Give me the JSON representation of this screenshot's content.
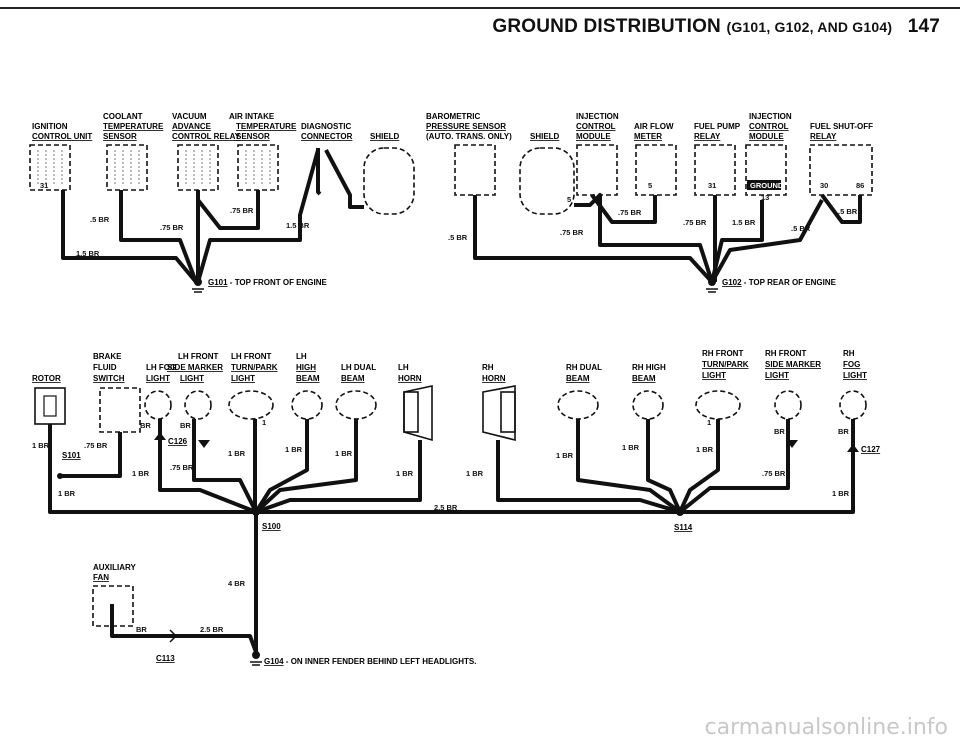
{
  "title": {
    "main": "GROUND DISTRIBUTION",
    "sub": "(G101, G102, AND G104)",
    "page": "147"
  },
  "components": {
    "ignition": [
      "IGNITION",
      "CONTROL UNIT"
    ],
    "coolant": [
      "COOLANT",
      "TEMPERATURE",
      "SENSOR"
    ],
    "vacuum": [
      "VACUUM",
      "ADVANCE",
      "CONTROL RELAY"
    ],
    "air_intake": [
      "AIR INTAKE",
      "TEMPERATURE",
      "SENSOR"
    ],
    "diagnostic": [
      "DIAGNOSTIC",
      "CONNECTOR"
    ],
    "shield1": "SHIELD",
    "barometric": [
      "BAROMETRIC",
      "PRESSURE SENSOR",
      "(AUTO. TRANS. ONLY)"
    ],
    "shield2": "SHIELD",
    "inj_control": [
      "INJECTION",
      "CONTROL",
      "MODULE"
    ],
    "air_flow": [
      "AIR FLOW",
      "METER"
    ],
    "fuel_pump": [
      "FUEL PUMP",
      "RELAY"
    ],
    "inj_control2": [
      "INJECTION",
      "CONTROL",
      "MODULE"
    ],
    "fuel_shutoff": [
      "FUEL SHUT-OFF",
      "RELAY"
    ],
    "rotor": "ROTOR",
    "brake": [
      "BRAKE",
      "FLUID",
      "SWITCH"
    ],
    "lh_fog": [
      "LH FOG",
      "LIGHT"
    ],
    "lh_front_side": [
      "LH FRONT",
      "SIDE MARKER",
      "LIGHT"
    ],
    "lh_front_turn": [
      "LH FRONT",
      "TURN/PARK",
      "LIGHT"
    ],
    "lh_high": [
      "LH",
      "HIGH",
      "BEAM"
    ],
    "lh_dual": [
      "LH DUAL",
      "BEAM"
    ],
    "lh_horn": [
      "LH",
      "HORN"
    ],
    "rh_horn": [
      "RH",
      "HORN"
    ],
    "rh_dual": [
      "RH DUAL",
      "BEAM"
    ],
    "rh_high": [
      "RH HIGH",
      "BEAM"
    ],
    "rh_front_turn": [
      "RH FRONT",
      "TURN/PARK",
      "LIGHT"
    ],
    "rh_front_side": [
      "RH FRONT",
      "SIDE MARKER",
      "LIGHT"
    ],
    "rh_fog": [
      "RH",
      "FOG",
      "LIGHT"
    ],
    "aux_fan": [
      "AUXILIARY",
      "FAN"
    ]
  },
  "pins": {
    "p31a": "31",
    "p5a": "5",
    "p5b": "5",
    "p31b": "31",
    "ground": "GROUND",
    "p13": "13",
    "p30": "30",
    "p86": "86",
    "p1a": "1",
    "p1b": "1"
  },
  "wires": {
    "w1": ".5 BR",
    "w2": ".75 BR",
    "w3": ".75 BR",
    "w4": "1.5 BR",
    "w5": "1.5 BR",
    "w6": ".5 BR",
    "w7": ".75 BR",
    "w8": ".75 BR",
    "w9": ".75 BR",
    "w10": "1.5 BR",
    "w11": ".5 BR",
    "w12": ".5 BR",
    "w13": "1 BR",
    "w14": ".75 BR",
    "w15": "1 BR",
    "w16": ".75 BR",
    "w17": "BR",
    "w18": "BR",
    "w19": "1 BR",
    "w20": "1 BR",
    "w21": "1 BR",
    "w22": "1 BR",
    "w23": "1 BR",
    "w24": "2.5 BR",
    "w25": "1 BR",
    "w26": "1 BR",
    "w27": "1 BR",
    "w28": "BR",
    "w29": "BR",
    "w30": ".75 BR",
    "w31": "1 BR",
    "w32": "1 BR",
    "w33": "4 BR",
    "w34": "BR",
    "w35": "2.5 BR"
  },
  "connectors": {
    "s101": "S101",
    "c126": "C126",
    "c127": "C127",
    "s100": "S100",
    "s114": "S114",
    "c113": "C113"
  },
  "grounds": {
    "g101": {
      "id": "G101",
      "desc": " - TOP FRONT OF ENGINE"
    },
    "g102": {
      "id": "G102",
      "desc": " - TOP REAR OF ENGINE"
    },
    "g104": {
      "id": "G104",
      "desc": " - ON INNER FENDER BEHIND LEFT HEADLIGHTS."
    }
  },
  "watermark": "carmanualsonline.info"
}
